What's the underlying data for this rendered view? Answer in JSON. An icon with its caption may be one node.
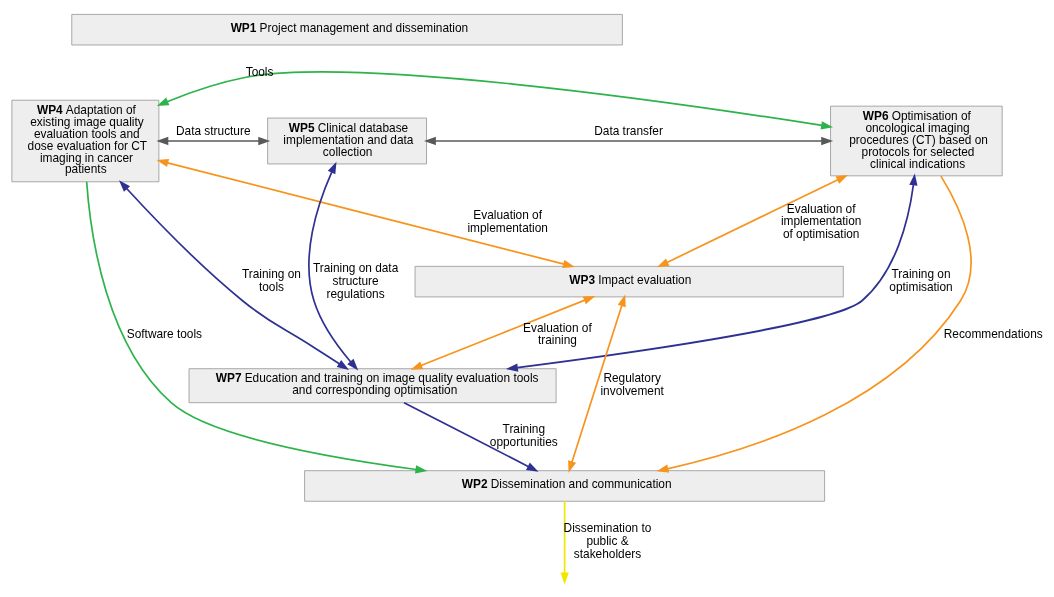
{
  "diagram": {
    "nodes": [
      {
        "text": [
          "**WP1** Project management and dissemination"
        ]
      },
      {
        "text": [
          "**WP4** Adaptation of existing image quality evaluation tools and dose evaluation for CT imaging in cancer patients"
        ]
      },
      {
        "text": [
          "**WP5** Clinical database implementation and data collection"
        ]
      },
      {
        "text": [
          "**WP6** Optimisation of oncological imaging procedures (CT) based on protocols for selected clinical indications"
        ]
      },
      {
        "text": [
          "**WP3** Impact evaluation"
        ]
      },
      {
        "text": [
          "**WP7** Education and training on image quality evaluation tools and corresponding optimisation"
        ]
      },
      {
        "text": [
          "**WP2** Dissemination and communication"
        ]
      }
    ],
    "edges": [
      {
        "from": 1,
        "to": 3,
        "arrow": "both",
        "label": "Tools",
        "color": "#2db34a"
      },
      {
        "from": 1,
        "to": 2,
        "arrow": "both",
        "label": "Data structure",
        "color": "#58595b"
      },
      {
        "from": 2,
        "to": 3,
        "arrow": "both",
        "label": "Data transfer",
        "color": "#58595b"
      },
      {
        "from": 1,
        "to": 6,
        "arrow": "to",
        "label": "Software tools",
        "color": "#2db34a"
      },
      {
        "from": 1,
        "to": 5,
        "arrow": "both",
        "label": "Training on tools",
        "color": "#2e3192"
      },
      {
        "from": 1,
        "to": 4,
        "arrow": "both",
        "label": "Evaluation of implementation",
        "color": "#f7941d"
      },
      {
        "from": 2,
        "to": 5,
        "arrow": "both",
        "label": "Training on data structure regulations",
        "color": "#2e3192"
      },
      {
        "from": 3,
        "to": 4,
        "arrow": "both",
        "label": "Evaluation of implementation of optimisation",
        "color": "#f7941d"
      },
      {
        "from": 3,
        "to": 5,
        "arrow": "both",
        "label": "Training on optimisation",
        "color": "#2e3192"
      },
      {
        "from": 4,
        "to": 5,
        "arrow": "both",
        "label": "Evaluation of training",
        "color": "#f7941d"
      },
      {
        "from": 5,
        "to": 6,
        "arrow": "to",
        "label": "Training opportunities",
        "color": "#2e3192"
      },
      {
        "from": 3,
        "to": 6,
        "arrow": "to",
        "label": "Recommendations",
        "color": "#f7941d"
      },
      {
        "from": 6,
        "to": 4,
        "arrow": "both",
        "label": "Regulatory involvement",
        "color": "#f7941d"
      },
      {
        "from": 6,
        "to": null,
        "arrow": "to",
        "label": "Dissemination to public & stakeholders",
        "color": "#f2e600"
      }
    ]
  }
}
